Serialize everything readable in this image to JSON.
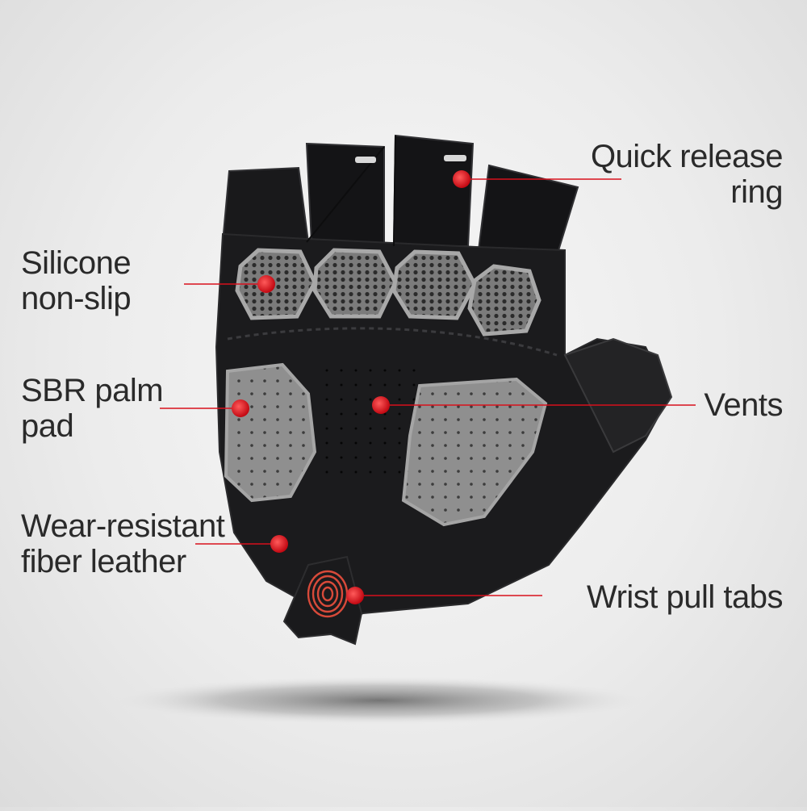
{
  "callouts": {
    "quick_release": {
      "line1": "Quick release",
      "line2": "ring"
    },
    "silicone": {
      "line1": "Silicone",
      "line2": "non-slip"
    },
    "sbr_palm": {
      "line1": "SBR palm",
      "line2": "pad"
    },
    "wear_resistant": {
      "line1": "Wear-resistant",
      "line2": "fiber leather"
    },
    "vents": {
      "line1": "Vents"
    },
    "wrist_tabs": {
      "line1": "Wrist pull tabs"
    }
  },
  "colors": {
    "accent_dot": "#d8101c",
    "glove_dark": "#1c1c1e",
    "pad_gray": "#8a8a8a"
  }
}
